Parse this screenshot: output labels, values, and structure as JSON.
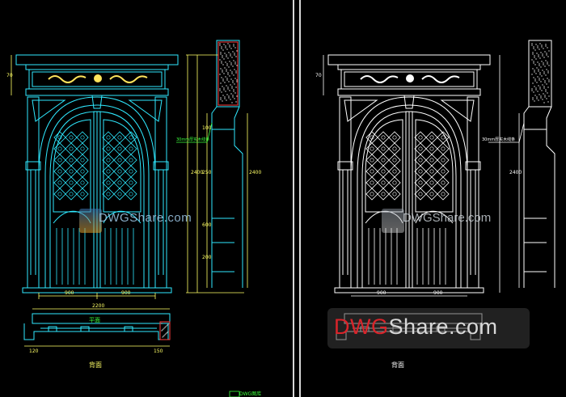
{
  "viewer": {
    "left_panel_name": "color-elevation",
    "right_panel_name": "mono-elevation"
  },
  "left": {
    "line_color": "#2fe9ff",
    "carving_color": "#ffe45c",
    "dim_color": "#ffff66",
    "section_color": "#ff3b3b",
    "leader_color": "#3cff3c",
    "callout_text": "30mm厚实木线条",
    "plan_label": "平面",
    "caption": "背面",
    "footer_text": "DWG图库"
  },
  "right": {
    "line_color": "#ffffff",
    "callout_text": "30mm厚实木线条",
    "caption": "背面"
  },
  "dims": {
    "top_height": "70",
    "total_height": "2400",
    "left_leaf": "900",
    "right_leaf": "900",
    "side_a": "100",
    "side_b": "250",
    "side_c": "600",
    "side_d": "200",
    "plan_width": "2200",
    "plan_left": "120",
    "plan_right": "150"
  },
  "watermark": {
    "small_text": "DWGShare.com",
    "big_red": "DWG",
    "big_grey": "Share.com"
  }
}
